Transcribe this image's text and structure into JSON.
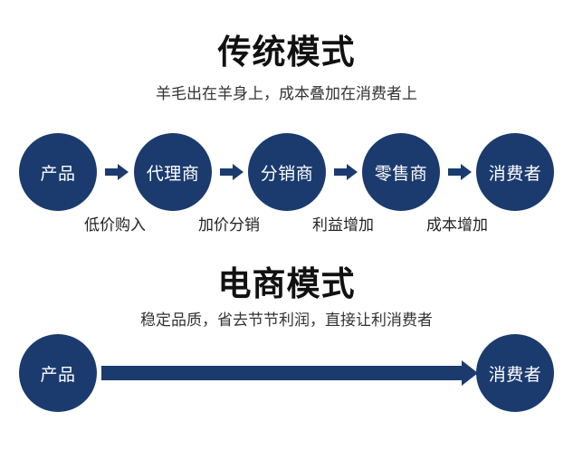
{
  "traditional": {
    "title": "传统模式",
    "subtitle": "羊毛出在羊身上，成本叠加在消费者上",
    "nodes": [
      "产品",
      "代理商",
      "分销商",
      "零售商",
      "消费者"
    ],
    "step_labels": [
      "低价购入",
      "加价分销",
      "利益增加",
      "成本增加"
    ]
  },
  "ecommerce": {
    "title": "电商模式",
    "subtitle": "稳定品质，省去节节利润，直接让利消费者",
    "nodes": [
      "产品",
      "消费者"
    ]
  },
  "colors": {
    "node_fill": "#1b3b6f",
    "arrow_fill": "#1b3b6f",
    "node_text": "#ffffff",
    "background": "#ffffff"
  },
  "icons": {
    "flow_arrow": "right-arrow-icon"
  }
}
